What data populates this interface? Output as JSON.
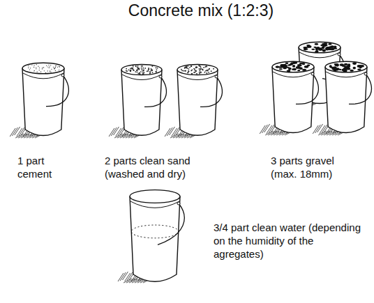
{
  "diagram": {
    "title": "Concrete mix (1:2:3)",
    "labels": [
      "1 part cement",
      "2 parts clean sand (washed and dry)",
      "3 parts gravel (max. 18mm)",
      "3/4 part clean water (depending on the humidity of the agregates)"
    ]
  }
}
